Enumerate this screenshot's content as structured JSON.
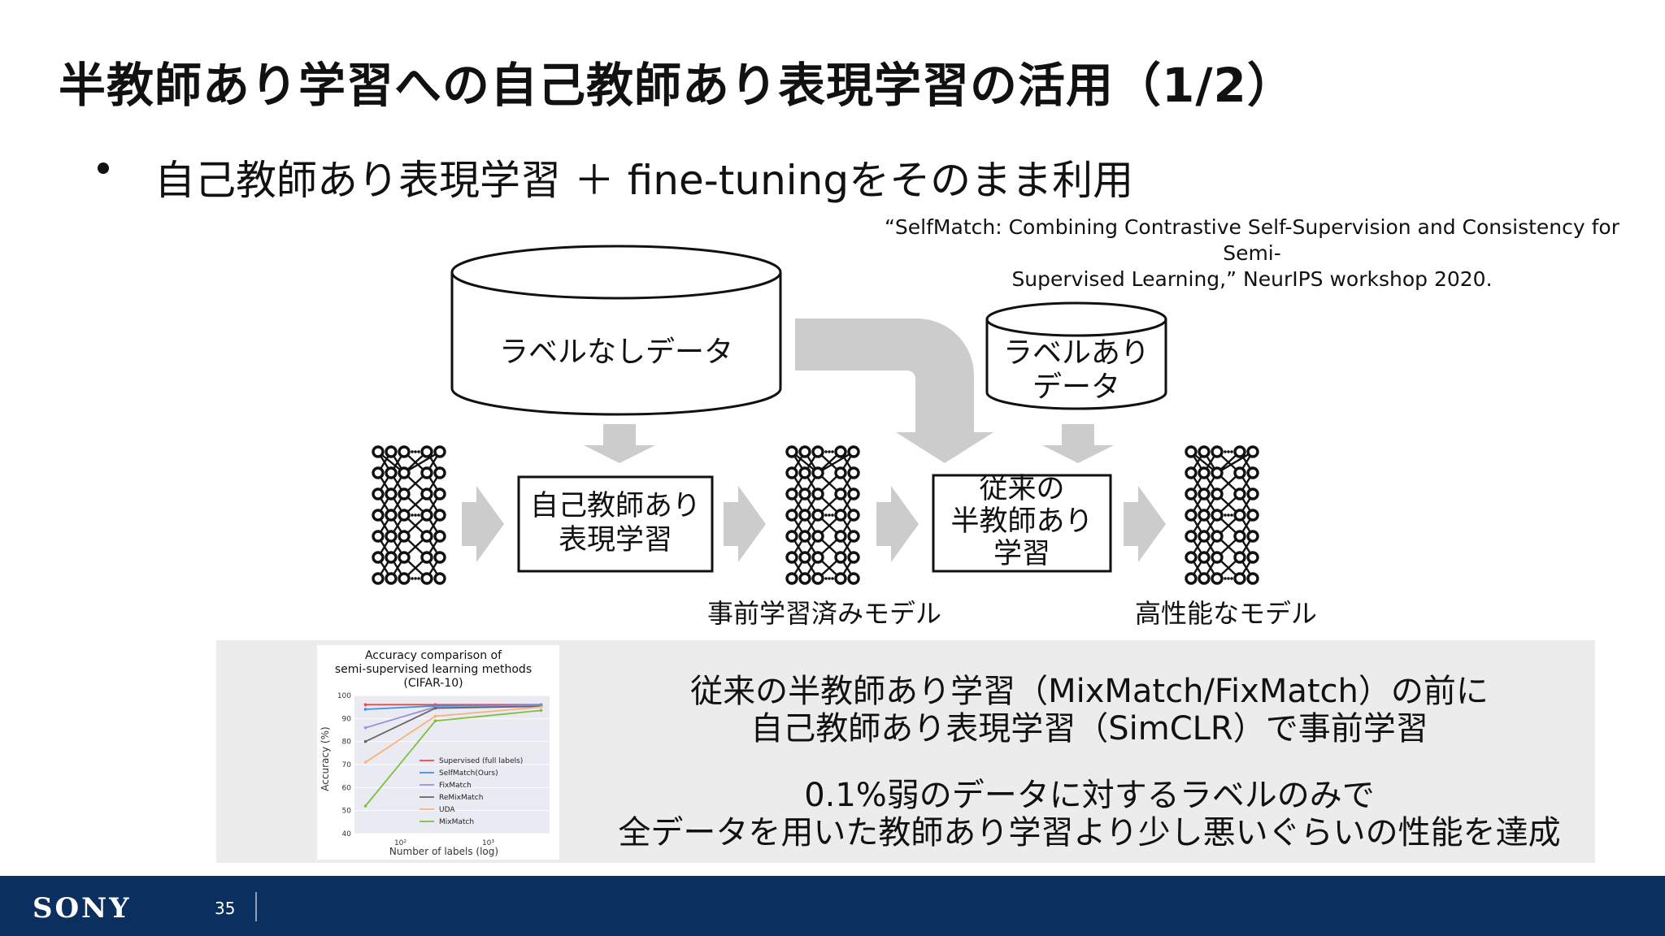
{
  "slide": {
    "title": "半教師あり学習への自己教師あり表現学習の活用（1/2）",
    "bullet": "自己教師あり表現学習 ＋ fine-tuningをそのまま利用",
    "citation_line1": "“SelfMatch: Combining Contrastive Self-Supervision and Consistency for Semi-",
    "citation_line2": "Supervised Learning,” NeurIPS workshop 2020."
  },
  "diagram": {
    "unlabeled_data": "ラベルなしデータ",
    "labeled_data_line1": "ラベルあり",
    "labeled_data_line2": "データ",
    "ssl_box_line1": "自己教師あり",
    "ssl_box_line2": "表現学習",
    "semi_box_line1": "従来の",
    "semi_box_line2": "半教師あり",
    "semi_box_line3": "学習",
    "pretrained_caption": "事前学習済みモデル",
    "final_caption": "高性能なモデル",
    "arrow_color": "#cccccc"
  },
  "panel": {
    "line1": "従来の半教師あり学習（MixMatch/FixMatch）の前に",
    "line2": "自己教師あり表現学習（SimCLR）で事前学習",
    "line3": "0.1%弱のデータに対するラベルのみで",
    "line4": "全データを用いた教師あり学習より少し悪いぐらいの性能を達成",
    "background": "#ececec"
  },
  "chart_data": {
    "type": "line",
    "title_line1": "Accuracy comparison of",
    "title_line2": "semi-supervised learning methods",
    "title_line3": "(CIFAR-10)",
    "xlabel": "Number of labels (log)",
    "ylabel": "Accuracy (%)",
    "ylim": [
      40,
      100
    ],
    "yticks": [
      "100",
      "90",
      "80",
      "70",
      "60",
      "50",
      "40"
    ],
    "xticks": [
      "10²",
      "10³"
    ],
    "x": [
      40,
      250,
      4000
    ],
    "series": [
      {
        "name": "Supervised (full labels)",
        "color": "#e84a4a",
        "values": [
          96,
          96,
          96
        ]
      },
      {
        "name": "SelfMatch(Ours)",
        "color": "#3d8fe0",
        "values": [
          94,
          95.5,
          96
        ]
      },
      {
        "name": "FixMatch",
        "color": "#9b8fe0",
        "values": [
          86,
          95,
          95.7
        ]
      },
      {
        "name": "ReMixMatch",
        "color": "#666666",
        "values": [
          80,
          94.5,
          95.3
        ]
      },
      {
        "name": "UDA",
        "color": "#f7b27a",
        "values": [
          71,
          91,
          95
        ]
      },
      {
        "name": "MixMatch",
        "color": "#7fbf3f",
        "values": [
          52,
          89,
          93.5
        ]
      }
    ],
    "legend_position": "bottom-right",
    "grid": true
  },
  "footer": {
    "brand": "SONY",
    "page_number": "35",
    "color": "#0b2f5e"
  }
}
